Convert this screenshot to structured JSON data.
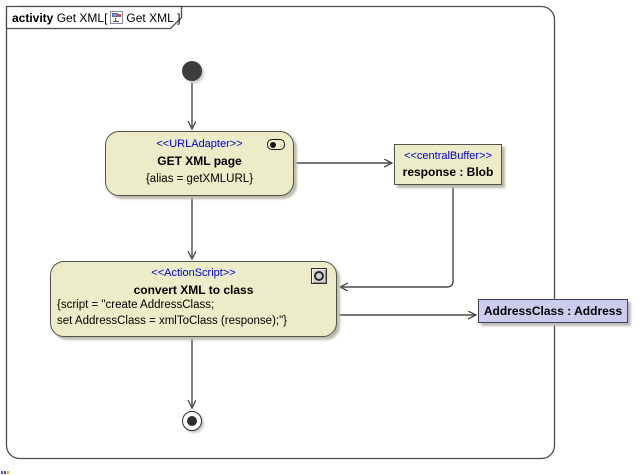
{
  "frame": {
    "keyword": "activity",
    "name": "Get XML",
    "open_bracket": "[",
    "diagram_name": "Get XML",
    "close_bracket": "]"
  },
  "nodes": {
    "initial": {
      "kind": "initial node"
    },
    "get_xml_page": {
      "stereotype": "<<URLAdapter>>",
      "name": "GET XML page",
      "constraint": "{alias = getXMLURL}",
      "icon": "url-adapter-icon"
    },
    "response_buffer": {
      "stereotype": "<<centralBuffer>>",
      "name": "response : Blob"
    },
    "convert_xml_to_class": {
      "stereotype": "<<ActionScript>>",
      "name": "convert XML to class",
      "script_line_1": "{script = \"create AddressClass;",
      "script_line_2": "set AddressClass = xmlToClass (response);\"}",
      "icon": "script-icon"
    },
    "address_class": {
      "name": "AddressClass : Address"
    },
    "final": {
      "kind": "activity final node"
    }
  },
  "edges": [
    {
      "from": "initial",
      "to": "get_xml_page"
    },
    {
      "from": "get_xml_page",
      "to": "response_buffer"
    },
    {
      "from": "response_buffer",
      "to": "convert_xml_to_class"
    },
    {
      "from": "get_xml_page",
      "to": "convert_xml_to_class"
    },
    {
      "from": "convert_xml_to_class",
      "to": "address_class"
    },
    {
      "from": "convert_xml_to_class",
      "to": "final"
    }
  ],
  "colors": {
    "action_fill": "#ECECC8",
    "object_fill": "#CCCCEE",
    "stereotype_text": "#0000CC",
    "line": "#4A4A4A"
  }
}
